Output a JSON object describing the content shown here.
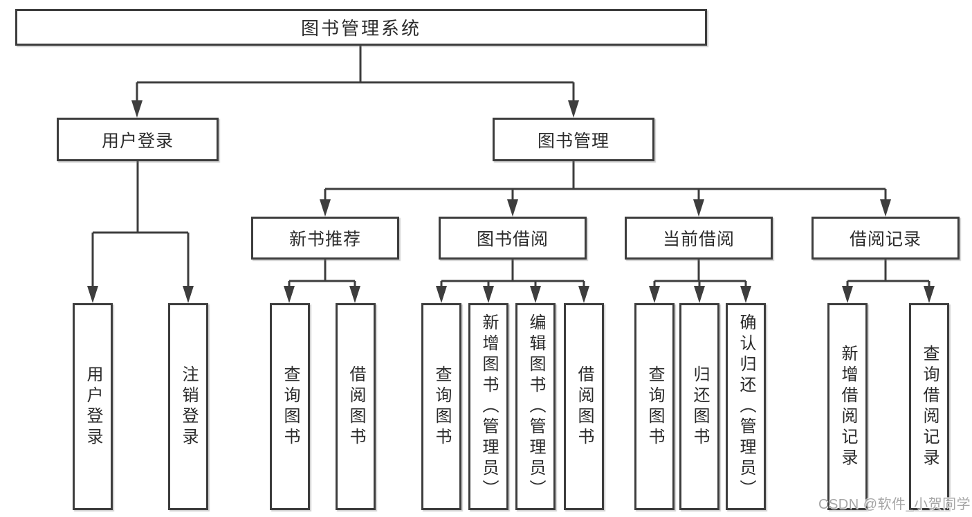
{
  "tree": {
    "root": {
      "label": "图书管理系统"
    },
    "branches": [
      {
        "label": "用户登录",
        "children": [
          {
            "label": "用户登录"
          },
          {
            "label": "注销登录"
          }
        ]
      },
      {
        "label": "图书管理",
        "children": [
          {
            "label": "新书推荐",
            "children": [
              {
                "label": "查询图书"
              },
              {
                "label": "借阅图书"
              }
            ]
          },
          {
            "label": "图书借阅",
            "children": [
              {
                "label": "查询图书"
              },
              {
                "label": "新增图书（管理员）"
              },
              {
                "label": "编辑图书（管理员）"
              },
              {
                "label": "借阅图书"
              }
            ]
          },
          {
            "label": "当前借阅",
            "children": [
              {
                "label": "查询图书"
              },
              {
                "label": "归还图书"
              },
              {
                "label": "确认归还（管理员）"
              }
            ]
          },
          {
            "label": "借阅记录",
            "children": [
              {
                "label": "新增借阅记录"
              },
              {
                "label": "查询借阅记录"
              }
            ]
          }
        ]
      }
    ]
  },
  "watermark": {
    "text": "CSDN @软件_小贺同学"
  },
  "colors": {
    "line": "#3d3d3d",
    "text": "#2b2b2b",
    "background": "#ffffff",
    "watermark": "#a6a6a6"
  }
}
